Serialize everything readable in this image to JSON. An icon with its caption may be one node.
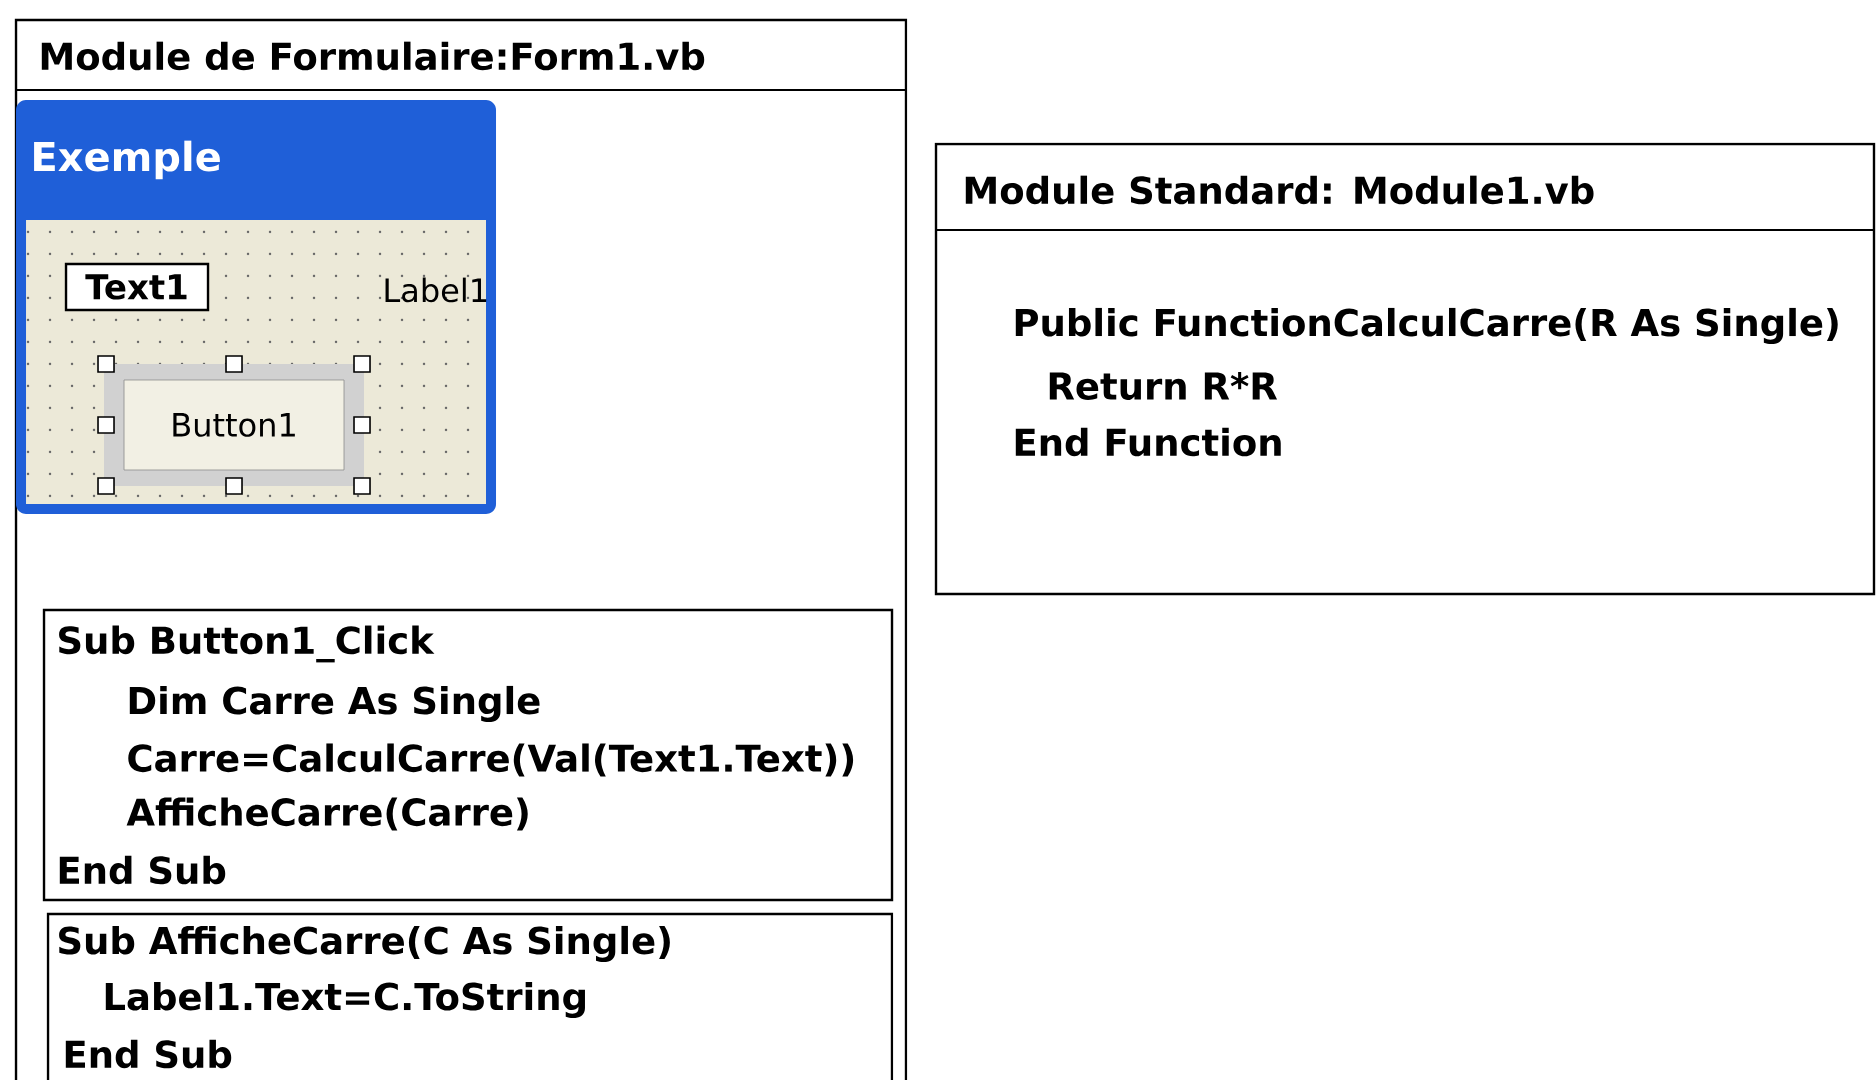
{
  "diagram": {
    "nodes": [
      {
        "text": [
          "Module de Formulaire:Form1.vb"
        ]
      },
      {
        "text": [
          "Exemple",
          "Label1"
        ],
        "in": 0
      },
      {
        "text": [
          "Text1"
        ],
        "in": 1
      },
      {
        "text": [
          "Button1"
        ],
        "in": 1
      },
      {
        "text": [
          "Sub Button1_Click",
          "Dim Carre As Single",
          "Carre=CalculCarre(Val(Text1.Text))",
          "AfficheCarre(Carre)",
          "End Sub"
        ],
        "in": 0
      },
      {
        "text": [
          "Sub AfficheCarre(C As Single)",
          "Label1.Text=C.ToString",
          "End Sub"
        ],
        "in": 0
      },
      {
        "text": [
          "Module Standard: Module1.vb",
          "Public FunctionCalculCarre(R As Single)",
          "Return R*R",
          "End Function"
        ]
      }
    ],
    "edges": []
  }
}
